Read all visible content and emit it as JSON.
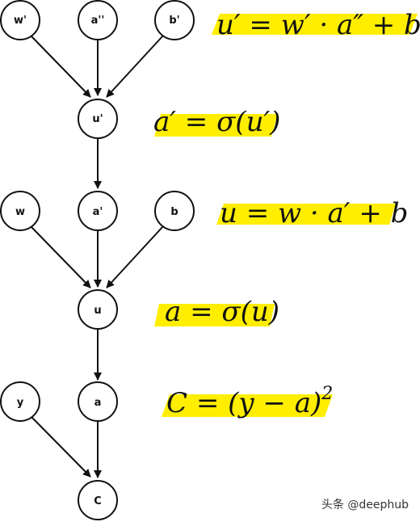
{
  "nodes": {
    "w_prime": "w'",
    "a_dprime": "a''",
    "b_prime": "b'",
    "u_prime": "u'",
    "w": "w",
    "a_prime": "a'",
    "b": "b",
    "u": "u",
    "y": "y",
    "a": "a",
    "C": "C"
  },
  "equations": {
    "eq1": "u′ = w′ · a″ + b′",
    "eq2": "a′ = σ(u′)",
    "eq3": "u = w · a′ + b",
    "eq4": "a = σ(u)",
    "eq5_main": "C = (y − a)",
    "eq5_exp": "2"
  },
  "colors": {
    "highlight": "#ffee00",
    "stroke": "#111111"
  },
  "watermark": "头条 @deephub"
}
